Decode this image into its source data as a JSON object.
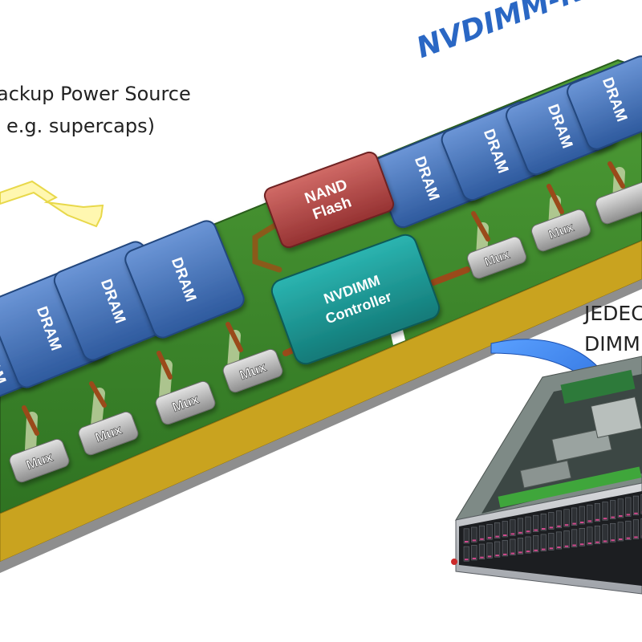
{
  "title": "NVDIMM-N",
  "backup_power": {
    "line1": "ackup Power Source",
    "line2": "e.g. supercaps)"
  },
  "jedec": {
    "line1": "JEDEC",
    "line2": "DIMM"
  },
  "components": {
    "dram": "DRAM",
    "mux": "Mux",
    "nand": [
      "NAND",
      "Flash"
    ],
    "controller": [
      "NVDIMM",
      "Controller"
    ]
  },
  "colors": {
    "pcb": "#3d8a2a",
    "dram": "#3f6fb6",
    "nand": "#b04040",
    "controller": "#1c9a98",
    "mux": "#a8a8a8",
    "title": "#2a67c4",
    "arrow_blue": "#2d6ee0"
  }
}
